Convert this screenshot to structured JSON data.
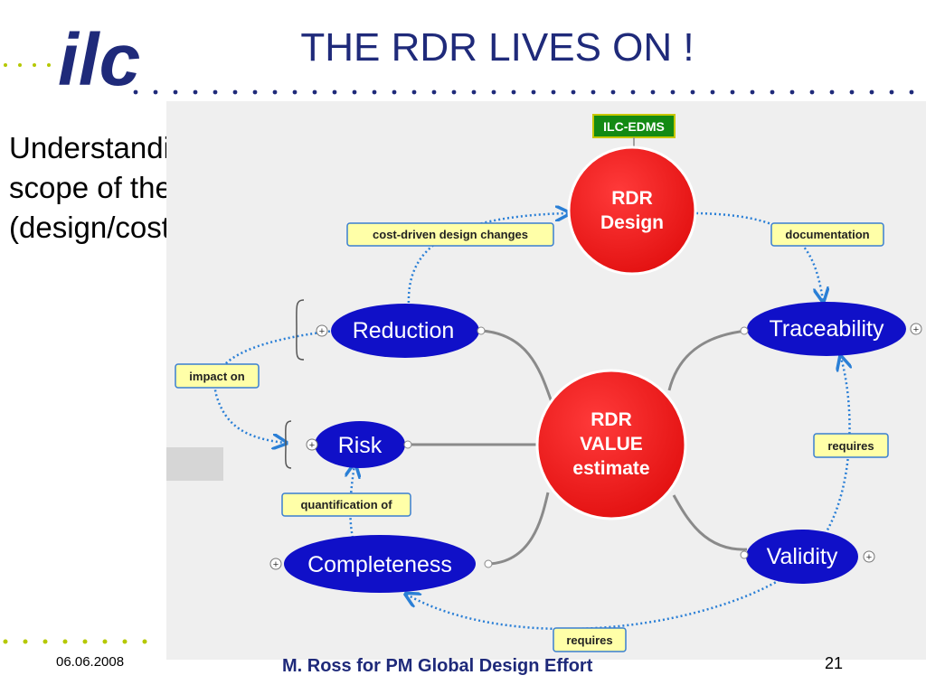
{
  "slide": {
    "title": "THE RDR LIVES ON !",
    "logo_text": "ilc",
    "side_text": [
      "Understanding the",
      "scope of the TDR",
      "(design/cost) work"
    ],
    "footer": {
      "date": "06.06.2008",
      "center": "M. Ross for PM  Global Design Effort",
      "page": "21"
    },
    "colors": {
      "title": "#1f2a7a",
      "node_red": "#ee1c1c",
      "node_blue": "#1010c8",
      "label_yellow": "#ffffa8",
      "edms_green": "#138a13",
      "connector_blue": "#2a7fd6"
    }
  },
  "diagram": {
    "edms_label": "ILC-EDMS",
    "center_nodes": {
      "design": [
        "RDR",
        "Design"
      ],
      "value": [
        "RDR",
        "VALUE",
        "estimate"
      ]
    },
    "branches": {
      "reduction": "Reduction",
      "risk": "Risk",
      "completeness": "Completeness",
      "traceability": "Traceability",
      "validity": "Validity"
    },
    "link_labels": {
      "cost_driven": "cost-driven design changes",
      "documentation": "documentation",
      "impact_on": "impact on",
      "quantification": "quantification of",
      "requires_right": "requires",
      "requires_bottom": "requires"
    }
  }
}
